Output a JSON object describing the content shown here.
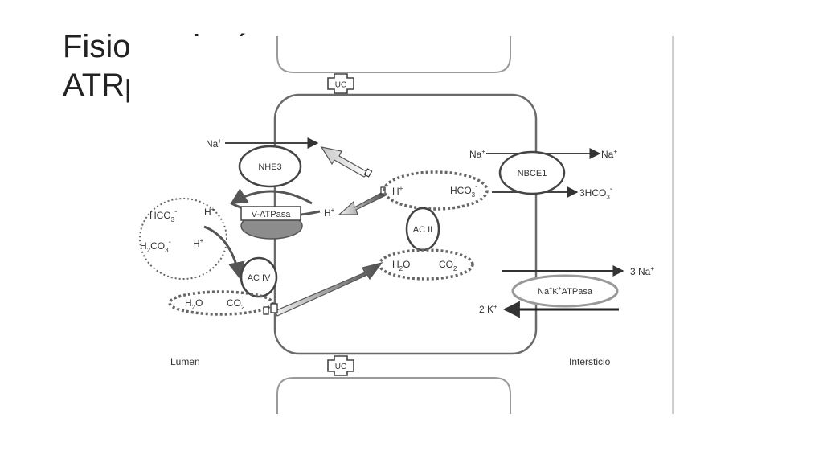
{
  "slide": {
    "title_line1": "Fisiopatología:",
    "title_line2": "ATRp"
  },
  "diagram": {
    "junction_top": "UC",
    "junction_bottom": "UC",
    "lumen_label": "Lumen",
    "interstitium_label": "Intersticio",
    "transporters": {
      "nhe3": "NHE3",
      "v_atpase": "V-ATPasa",
      "ac4": "AC IV",
      "ac2": "AC II",
      "nbce1": "NBCE1",
      "nak_atpase_parts": [
        "Na",
        "+",
        "K",
        "+",
        "ATPasa"
      ]
    },
    "lumen_circle": {
      "hco3_base": "HCO",
      "hco3_sub": "3",
      "hco3_sup": "-",
      "h1_base": "H",
      "h1_sup": "+",
      "h2co3_h": "H",
      "h2co3_sub1": "2",
      "h2co3_mid": "CO",
      "h2co3_sub2": "3",
      "h2co3_sup": "-",
      "h2_base": "H",
      "h2_sup": "+"
    },
    "luminal_pool": {
      "h2o_base": "H",
      "h2o_sub": "2",
      "h2o_end": "O",
      "co2_base": "CO",
      "co2_sub": "2"
    },
    "cell_pool_upper": {
      "h_base": "H",
      "h_sup": "+",
      "hco3_base": "HCO",
      "hco3_sub": "3",
      "hco3_sup": "-"
    },
    "cell_pool_lower": {
      "h2o_base": "H",
      "h2o_sub": "2",
      "h2o_end": "O",
      "co2_base": "CO",
      "co2_sub": "2"
    },
    "ions": {
      "na_lumen_base": "Na",
      "na_lumen_sup": "+",
      "h_secreted_base": "H",
      "h_secreted_sup": "+",
      "na_in_base": "Na",
      "na_in_sup": "+",
      "na_out_base": "Na",
      "na_out_sup": "+",
      "hco3_out_prefix": "3HCO",
      "hco3_out_sub": "3",
      "hco3_out_sup": "-",
      "na3_base": "3 Na",
      "na3_sup": "+",
      "k2_base": "2 K",
      "k2_sup": "+"
    }
  }
}
